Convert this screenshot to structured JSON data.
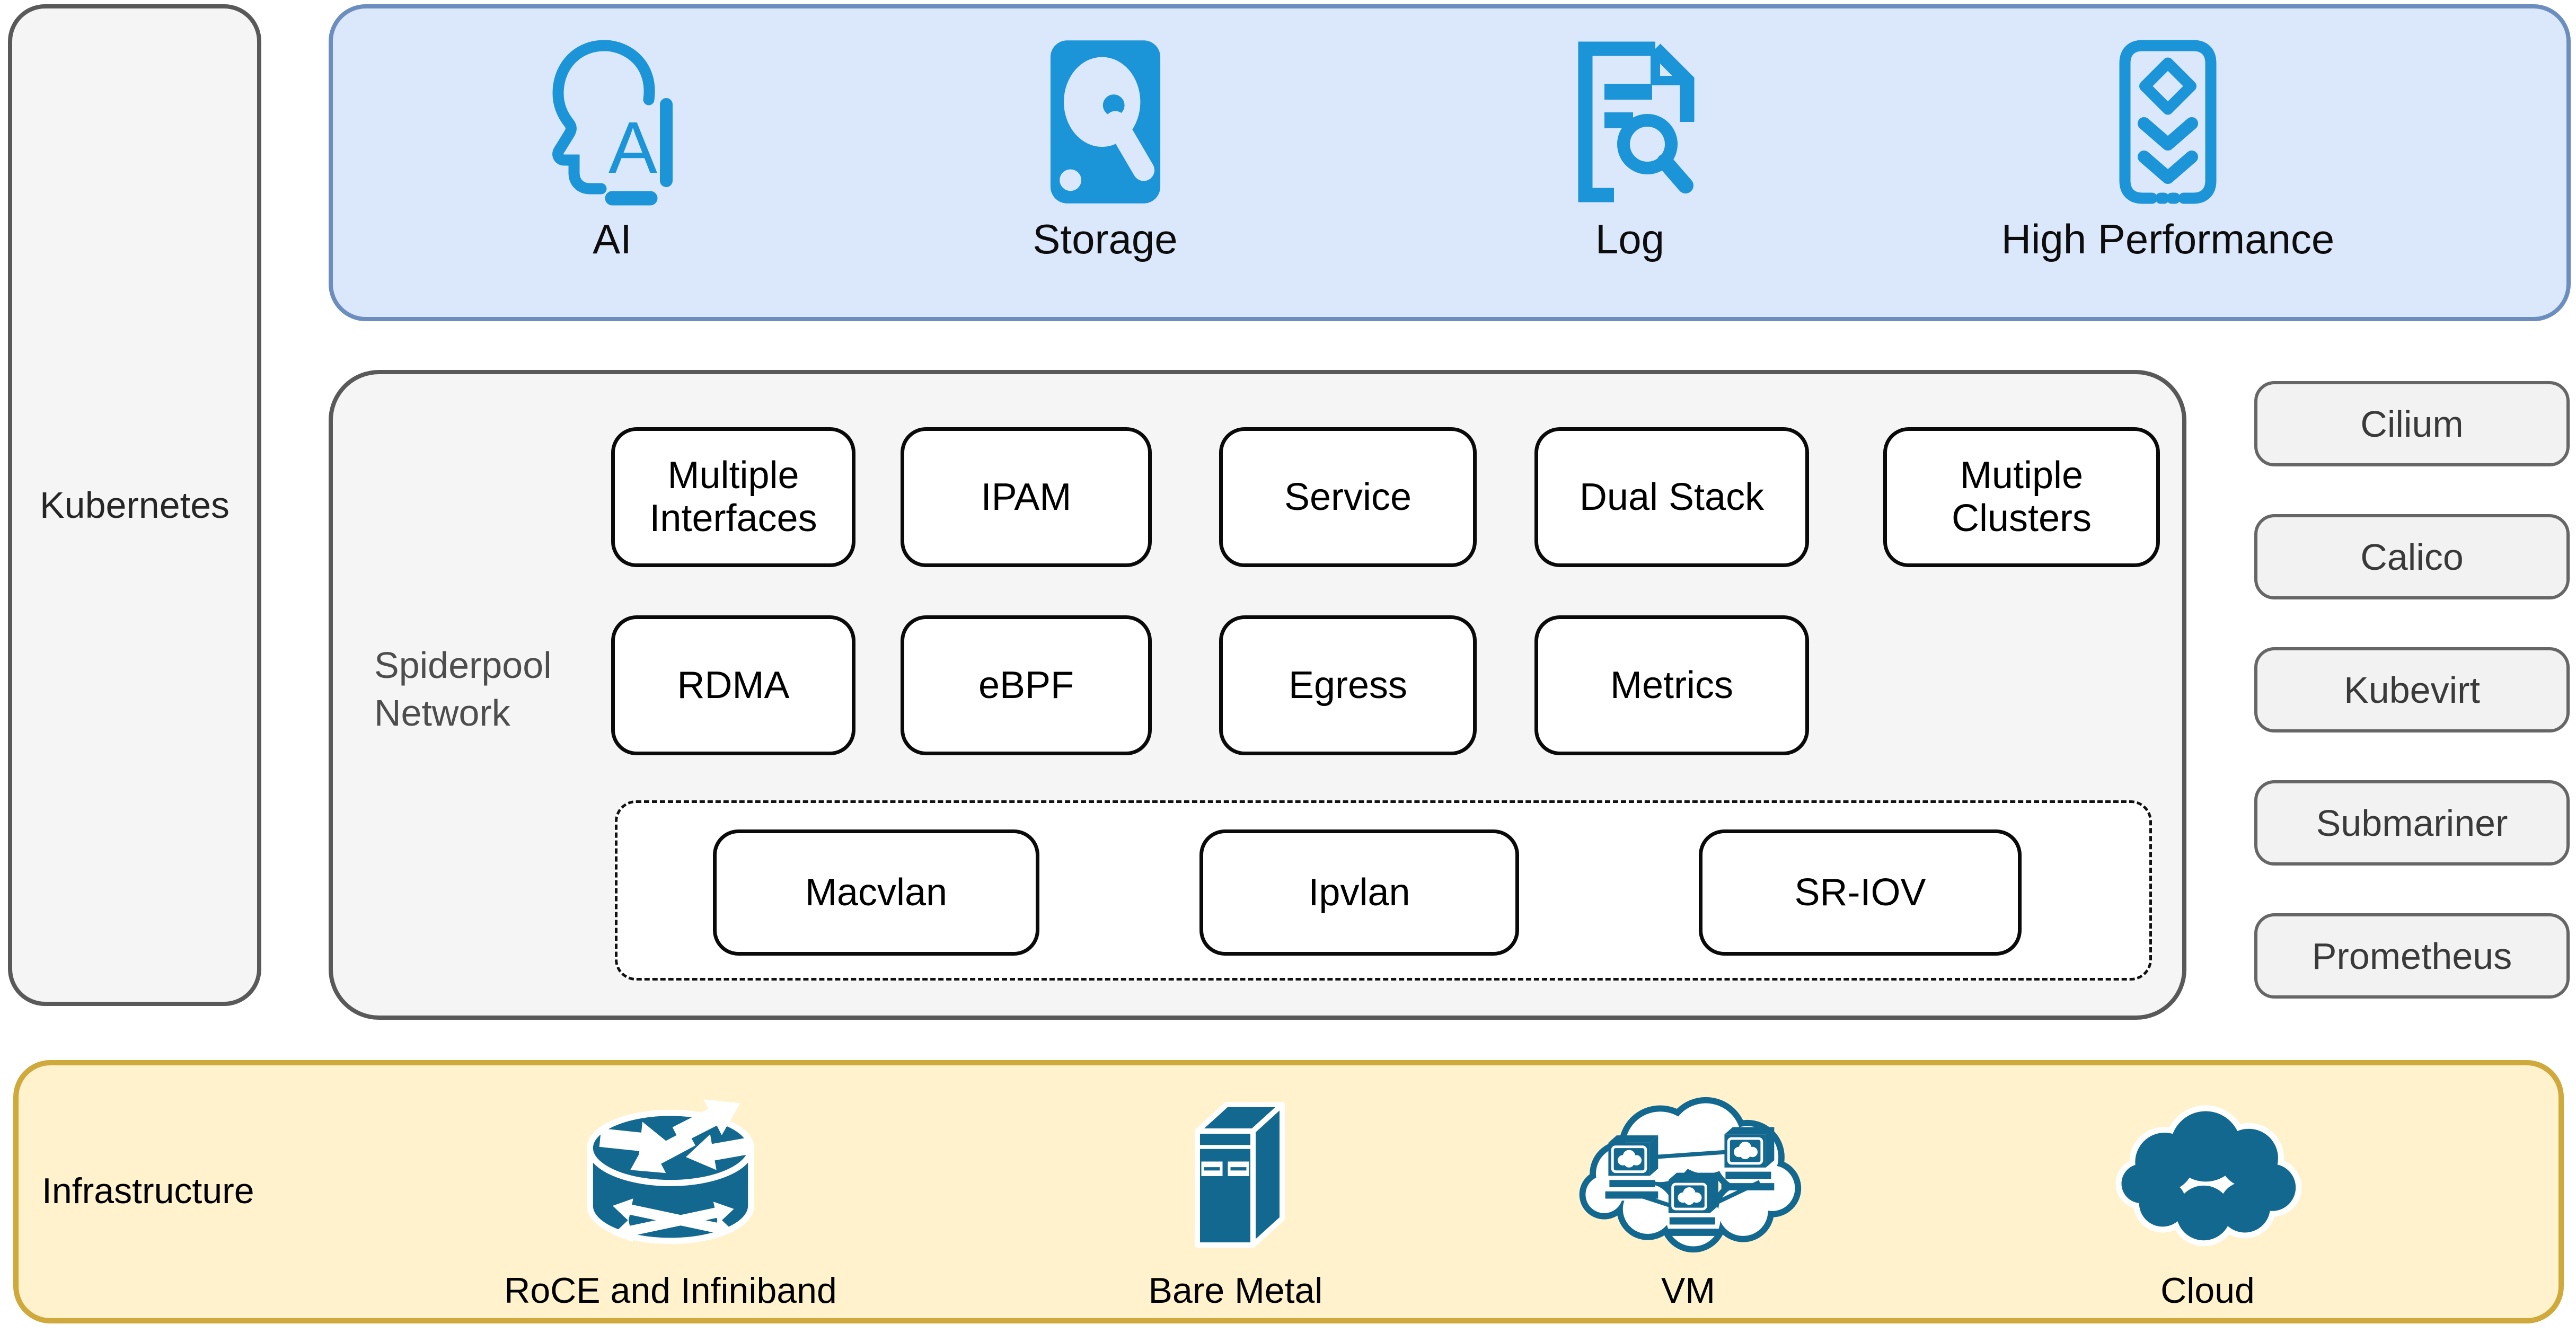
{
  "colors": {
    "services_fill": "#dbe7fa",
    "services_border": "#6c8ebf",
    "icon_blue": "#1b94d8",
    "panel_gray_fill": "#f5f5f5",
    "panel_gray_border": "#595959",
    "yellow_fill": "#fff2cc",
    "yellow_border": "#cfa93c",
    "icon_teal": "#13688f"
  },
  "kubernetes": {
    "label": "Kubernetes"
  },
  "services": {
    "items": [
      {
        "label": "AI",
        "icon": "ai-head-icon"
      },
      {
        "label": "Storage",
        "icon": "storage-disk-icon"
      },
      {
        "label": "Log",
        "icon": "log-search-icon"
      },
      {
        "label": "High Performance",
        "icon": "high-performance-icon"
      }
    ]
  },
  "spiderpool": {
    "label": "Spiderpool Network",
    "features_row1": [
      {
        "label": "Multiple Interfaces"
      },
      {
        "label": "IPAM"
      },
      {
        "label": "Service"
      },
      {
        "label": "Dual Stack"
      },
      {
        "label": "Mutiple Clusters"
      }
    ],
    "features_row2": [
      {
        "label": "RDMA"
      },
      {
        "label": "eBPF"
      },
      {
        "label": "Egress"
      },
      {
        "label": "Metrics"
      }
    ],
    "cni_plugins": [
      {
        "label": "Macvlan"
      },
      {
        "label": "Ipvlan"
      },
      {
        "label": "SR-IOV"
      }
    ]
  },
  "ecosystem": {
    "items": [
      {
        "label": "Cilium"
      },
      {
        "label": "Calico"
      },
      {
        "label": "Kubevirt"
      },
      {
        "label": "Submariner"
      },
      {
        "label": "Prometheus"
      }
    ]
  },
  "infrastructure": {
    "label": "Infrastructure",
    "items": [
      {
        "label": "RoCE and Infiniband",
        "icon": "router-icon"
      },
      {
        "label": "Bare Metal",
        "icon": "server-tower-icon"
      },
      {
        "label": "VM",
        "icon": "vm-cloud-icon"
      },
      {
        "label": "Cloud",
        "icon": "cloud-icon"
      }
    ]
  }
}
